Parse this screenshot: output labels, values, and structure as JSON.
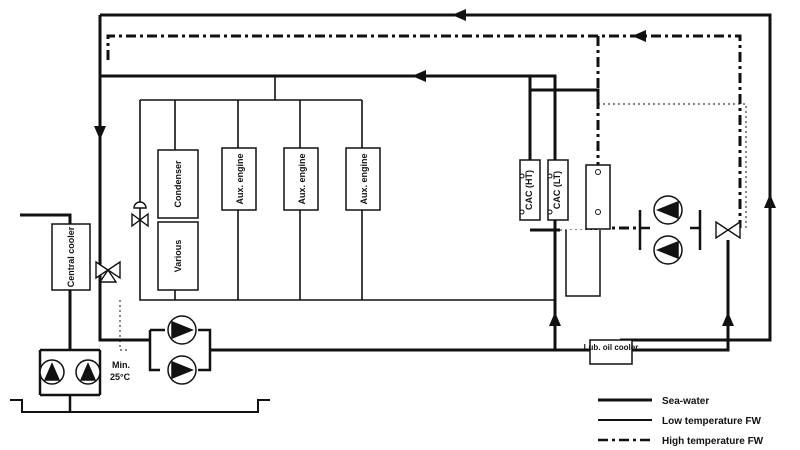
{
  "components": {
    "condenser": "Condenser",
    "various": "Various",
    "aux_engine_1": "Aux. engine",
    "aux_engine_2": "Aux. engine",
    "aux_engine_3": "Aux. engine",
    "cac_ht": "CAC (HT)",
    "cac_lt": "CAC (LT)",
    "central_cooler": "Central cooler",
    "lub_oil_cooler": "Lub. oil cooler"
  },
  "annotations": {
    "min_temp_line1": "Min.",
    "min_temp_line2": "25°C"
  },
  "legend": {
    "sea_water": "Sea-water",
    "low_temp_fw": "Low temperature FW",
    "high_temp_fw": "High temperature FW"
  }
}
